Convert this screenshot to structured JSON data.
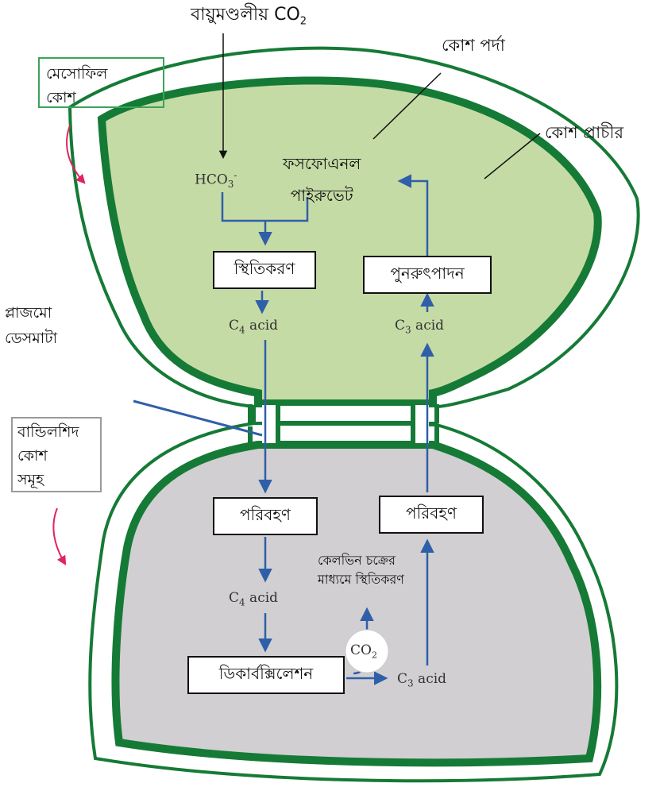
{
  "labels": {
    "atmospheric_co2": "বায়ুমণ্ডলীয় CO",
    "atmospheric_co2_sub": "2",
    "cell_membrane": "কোশ পর্দা",
    "cell_wall": "কোশ প্রাচীর",
    "mesophyll_line1": "মেসোফিল",
    "mesophyll_line2": "কোশ",
    "plasmodesmata_line1": "প্লাজমো",
    "plasmodesmata_line2": "ডেসমাটা",
    "bundle_sheath_line1": "বান্ডিলশিদ",
    "bundle_sheath_line2": "কোশ",
    "bundle_sheath_line3": "সমূহ",
    "hco3": "HCO",
    "hco3_sub": "3",
    "hco3_sup": "-",
    "pep_line1": "ফসফোএনল",
    "pep_line2": "পাইরুভেট",
    "c4_acid_top_pre": "C",
    "c4_acid_top_sub": "4",
    "c4_acid_top_post": " acid",
    "c3_acid_top_pre": "C",
    "c3_acid_top_sub": "3",
    "c3_acid_top_post": " acid",
    "c4_acid_bottom_pre": "C",
    "c4_acid_bottom_sub": "4",
    "c4_acid_bottom_post": " acid",
    "c3_acid_bottom_pre": "C",
    "c3_acid_bottom_sub": "3",
    "c3_acid_bottom_post": " acid",
    "calvin_line1": "কেলভিন চক্রের",
    "calvin_line2": "মাধ্যমে স্থিতিকরণ",
    "co2_circle": "CO",
    "co2_circle_sub": "2"
  },
  "boxes": {
    "fixation": "স্থিতিকরণ",
    "regeneration": "পুনরুৎপাদন",
    "transport_left": "পরিবহণ",
    "transport_right": "পরিবহণ",
    "decarboxylation": "ডিকার্বক্সিলেশন"
  },
  "colors": {
    "mesophyll_fill": "#c5dba5",
    "bundle_sheath_fill": "#d1cfd1",
    "cell_wall": "#157a36",
    "arrow": "#2f5fa8",
    "curved_arrow": "#e0245e"
  }
}
